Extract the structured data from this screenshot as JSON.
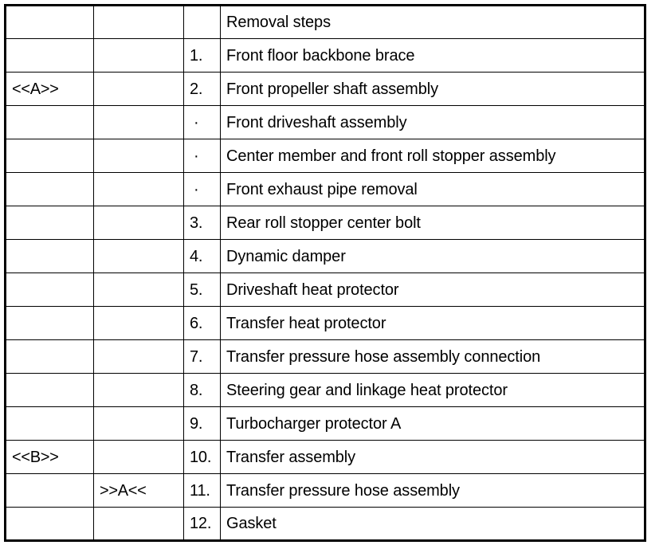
{
  "table": {
    "header": {
      "col_mark_a": "",
      "col_mark_b": "",
      "col_num": "",
      "col_step": "Removal steps"
    },
    "rows": [
      {
        "mark_a": "",
        "mark_b": "",
        "num": "1.",
        "step": "Front floor backbone brace"
      },
      {
        "mark_a": "<<A>>",
        "mark_b": "",
        "num": "2.",
        "step": "Front propeller shaft assembly"
      },
      {
        "mark_a": "",
        "mark_b": "",
        "num": "·",
        "step": "Front driveshaft assembly"
      },
      {
        "mark_a": "",
        "mark_b": "",
        "num": "·",
        "step": "Center member and front roll stopper assembly"
      },
      {
        "mark_a": "",
        "mark_b": "",
        "num": "·",
        "step": "Front exhaust pipe removal"
      },
      {
        "mark_a": "",
        "mark_b": "",
        "num": "3.",
        "step": "Rear roll stopper center bolt"
      },
      {
        "mark_a": "",
        "mark_b": "",
        "num": "4.",
        "step": "Dynamic damper"
      },
      {
        "mark_a": "",
        "mark_b": "",
        "num": "5.",
        "step": "Driveshaft heat protector"
      },
      {
        "mark_a": "",
        "mark_b": "",
        "num": "6.",
        "step": "Transfer heat protector"
      },
      {
        "mark_a": "",
        "mark_b": "",
        "num": "7.",
        "step": "Transfer pressure hose assembly connection"
      },
      {
        "mark_a": "",
        "mark_b": "",
        "num": "8.",
        "step": "Steering gear and linkage heat protector"
      },
      {
        "mark_a": "",
        "mark_b": "",
        "num": "9.",
        "step": "Turbocharger protector A"
      },
      {
        "mark_a": "<<B>>",
        "mark_b": "",
        "num": "10.",
        "step": "Transfer assembly"
      },
      {
        "mark_a": "",
        "mark_b": ">>A<<",
        "num": "11.",
        "step": "Transfer pressure hose assembly"
      },
      {
        "mark_a": "",
        "mark_b": "",
        "num": "12.",
        "step": "Gasket"
      }
    ]
  },
  "colors": {
    "border": "#000000",
    "text": "#000000",
    "background": "#ffffff"
  }
}
